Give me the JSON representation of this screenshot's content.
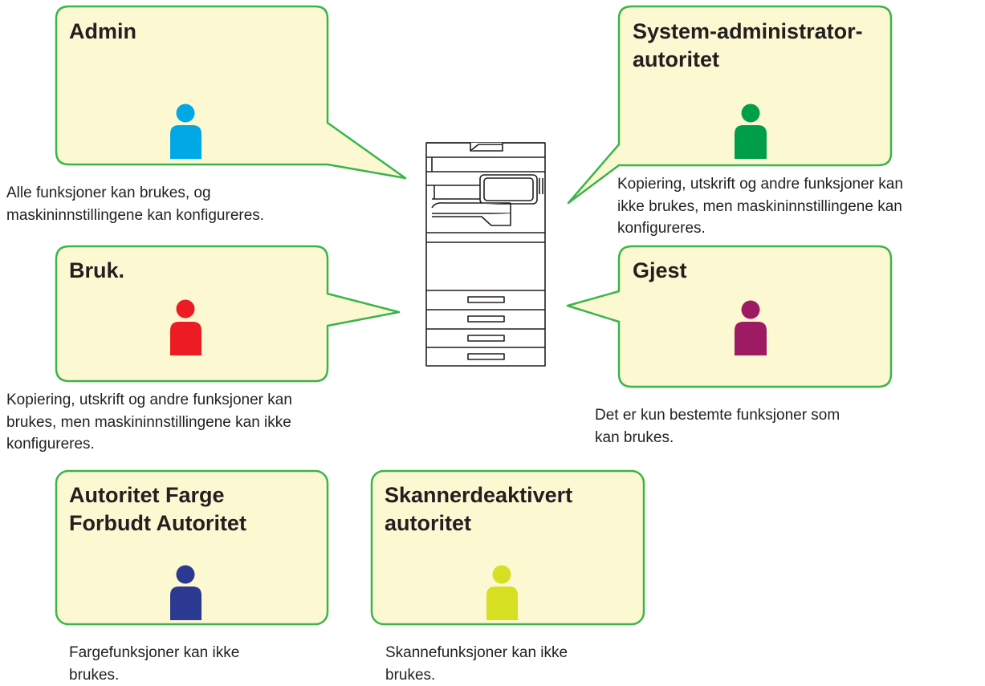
{
  "roles": [
    {
      "id": "admin",
      "title_lines": [
        "Admin"
      ],
      "description_lines": [
        "Alle funksjoner kan brukes, og",
        "maskininnstillingene kan konfigureres."
      ],
      "user_icon": "person-icon",
      "icon_color": "#00a9e6"
    },
    {
      "id": "system-administrator",
      "title_lines": [
        "System-administrator-",
        "autoritet"
      ],
      "description_lines": [
        "Kopiering, utskrift og andre funksjoner kan",
        "ikke brukes, men maskininnstillingene kan",
        "konfigureres."
      ],
      "user_icon": "person-icon",
      "icon_color": "#009e48"
    },
    {
      "id": "user",
      "title_lines": [
        "Bruk."
      ],
      "description_lines": [
        "Kopiering, utskrift og andre funksjoner kan",
        "brukes, men maskininnstillingene kan ikke",
        "konfigureres."
      ],
      "user_icon": "person-icon",
      "icon_color": "#ed1c24"
    },
    {
      "id": "guest",
      "title_lines": [
        "Gjest"
      ],
      "description_lines": [
        "Det er kun bestemte funksjoner som",
        "kan brukes."
      ],
      "user_icon": "person-icon",
      "icon_color": "#9e1b63"
    },
    {
      "id": "color-prohibited",
      "title_lines": [
        "Autoritet Farge",
        "Forbudt Autoritet"
      ],
      "description_lines": [
        "Fargefunksjoner kan ikke",
        "brukes."
      ],
      "user_icon": "person-icon",
      "icon_color": "#2b3990"
    },
    {
      "id": "scanner-disabled",
      "title_lines": [
        "Skannerdeaktivert",
        "autoritet"
      ],
      "description_lines": [
        "Skannefunksjoner kan ikke",
        "brukes."
      ],
      "user_icon": "person-icon",
      "icon_color": "#d7df23"
    }
  ],
  "machine": {
    "icon": "multifunction-printer-icon"
  },
  "colors": {
    "bubble_fill": "#fcf8d2",
    "bubble_border": "#3ab54a",
    "text": "#231f20"
  }
}
